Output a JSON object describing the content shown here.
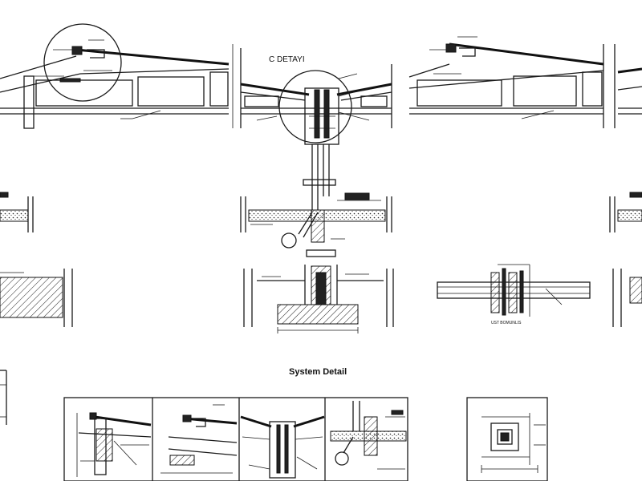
{
  "labels": {
    "detail_c": "C DETAYI",
    "system_detail": "System Detail",
    "ust_bomulus": "UST BOMUNLIS"
  },
  "colors": {
    "line": "#1a1a1a",
    "background": "#ffffff"
  }
}
